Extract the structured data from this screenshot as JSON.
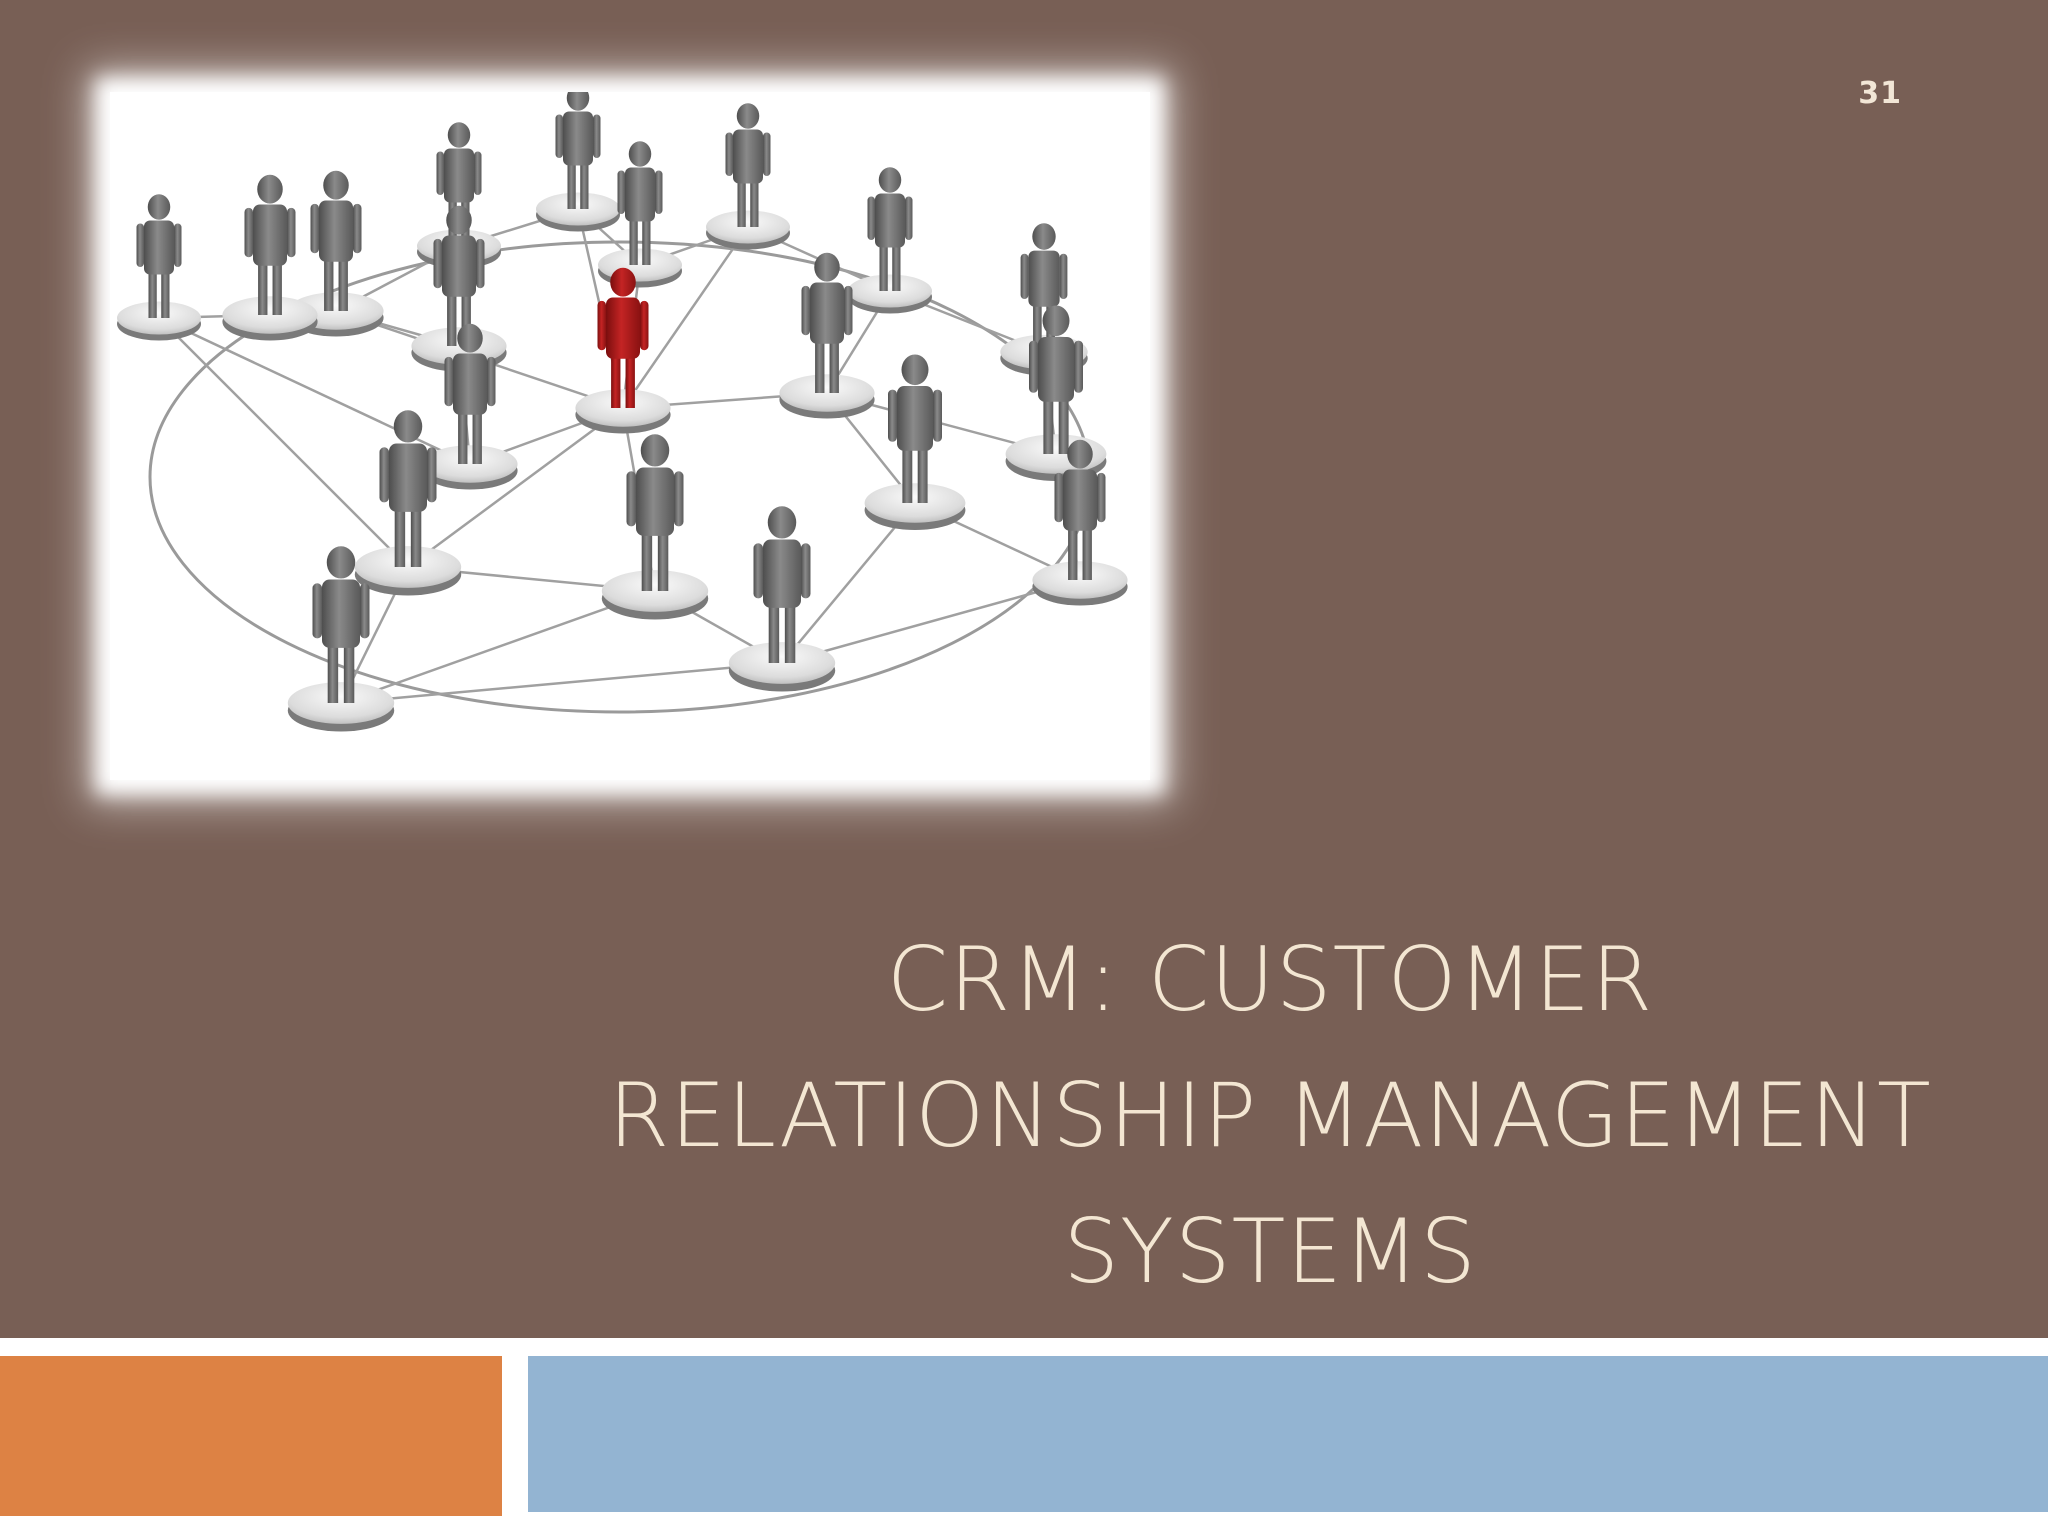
{
  "slide": {
    "number": "31",
    "title_lines": [
      "CRM: CUSTOMER",
      "RELATIONSHIP MANAGEMENT",
      "SYSTEMS"
    ]
  },
  "colors": {
    "background": "#785f55",
    "title_text": "#f3e6d2",
    "accent_orange": "#dd8244",
    "accent_blue": "#93b4d2",
    "highlight_figure": "#b01e1e",
    "figure_gray": "#6f6f6f"
  },
  "image": {
    "icon": "people-network-icon"
  }
}
